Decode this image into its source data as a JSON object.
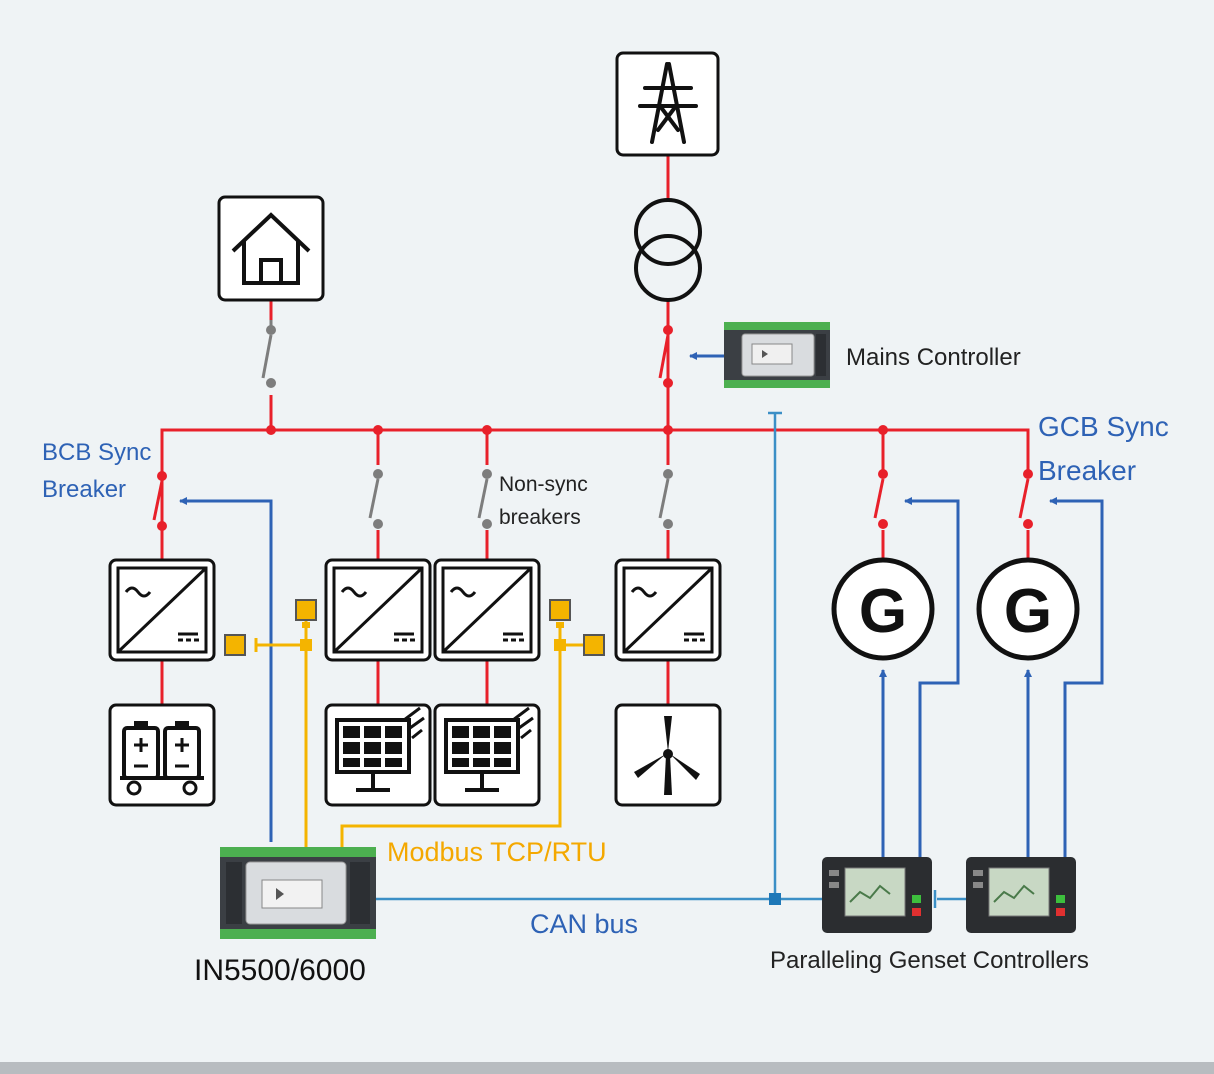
{
  "labels": {
    "bcb_line1": "BCB Sync",
    "bcb_line2": "Breaker",
    "gcb_line1": "GCB Sync",
    "gcb_line2": "Breaker",
    "nonsync_line1": "Non-sync",
    "nonsync_line2": "breakers",
    "mains_controller": "Mains Controller",
    "modbus": "Modbus TCP/RTU",
    "can_bus": "CAN bus",
    "main_controller": "IN5500/6000",
    "genset_controllers": "Paralleling Genset Controllers"
  },
  "generator_glyph": "G",
  "colors": {
    "power_line": "#e8202a",
    "control_line": "#2e62b5",
    "modbus_line": "#f4b400",
    "can_line": "#3b8fc6",
    "label_blue": "#2e62b5",
    "label_orange": "#f4a800",
    "background": "#eff3f5",
    "breaker_gray": "#7d7d7d"
  },
  "icons": [
    "transmission-tower-icon",
    "transformer-icon",
    "house-icon",
    "inverter-icon",
    "battery-icon",
    "solar-panel-icon",
    "wind-turbine-icon",
    "generator-icon",
    "controller-device-icon"
  ]
}
